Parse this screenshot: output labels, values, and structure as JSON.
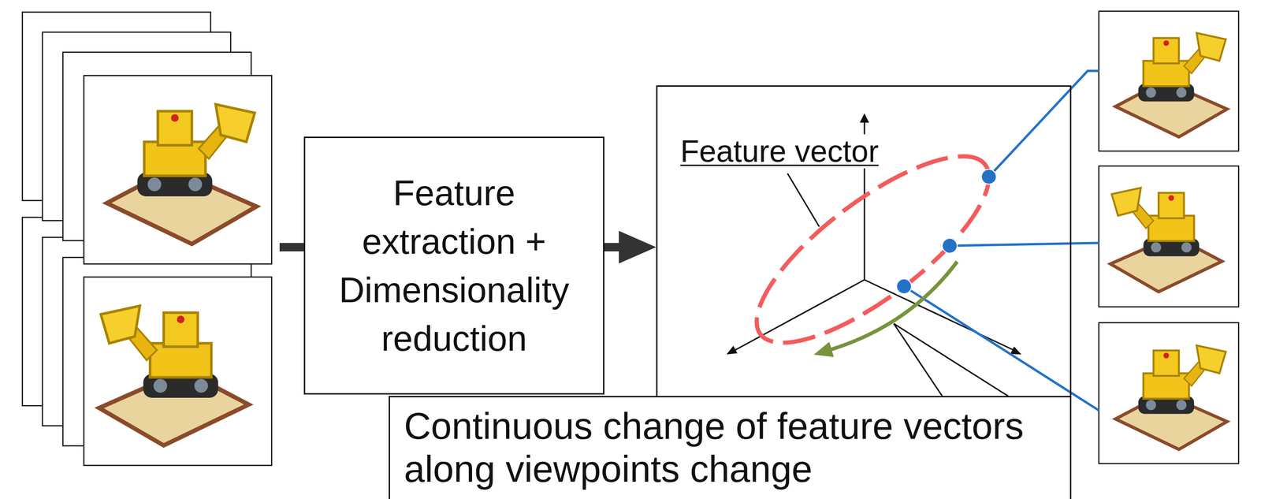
{
  "diagram": {
    "nodes": [
      {
        "text": [
          "Feature extraction + Dimensionality reduction"
        ]
      },
      {
        "text": [
          "Feature vector"
        ]
      },
      {
        "text": [
          "Continuous change of feature vectors along viewpoints change"
        ]
      }
    ],
    "edges": [
      {
        "from": 0,
        "to": 1,
        "arrow": "to"
      }
    ]
  }
}
